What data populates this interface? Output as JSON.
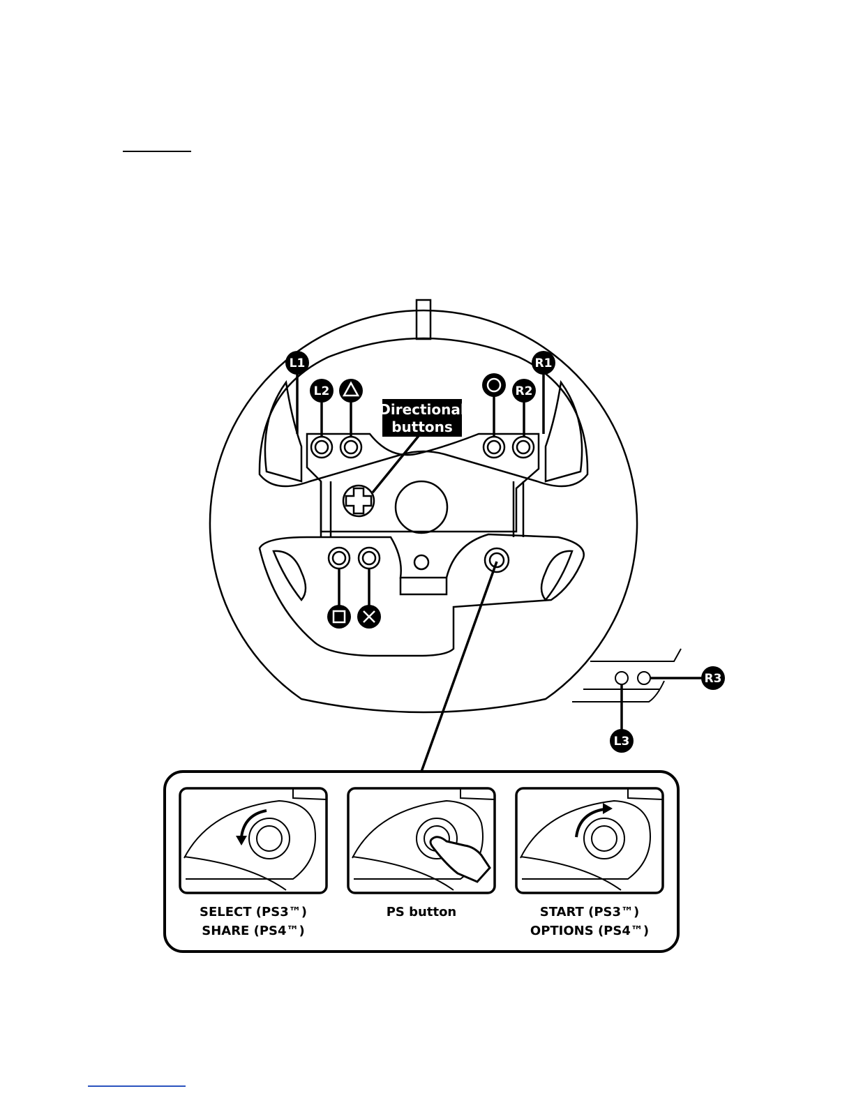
{
  "labels": {
    "L1": "L1",
    "L2": "L2",
    "R1": "R1",
    "R2": "R2",
    "R3": "R3",
    "L3": "L3",
    "triangle_icon": "triangle-icon",
    "circle_icon": "circle-icon",
    "square_icon": "square-icon",
    "cross_icon": "cross-icon"
  },
  "callout": {
    "line1": "Directional",
    "line2": "buttons"
  },
  "panels": [
    {
      "line1": "SELECT (PS3™)",
      "line2": "SHARE (PS4™)",
      "icon": "arrow-counterclockwise-icon"
    },
    {
      "line1": "PS button",
      "line2": "",
      "icon": "hand-press-icon"
    },
    {
      "line1": "START (PS3™)",
      "line2": "OPTIONS (PS4™)",
      "icon": "arrow-clockwise-icon"
    }
  ],
  "colors": {
    "ink": "#000000",
    "paper": "#ffffff",
    "link": "#2a52be"
  }
}
